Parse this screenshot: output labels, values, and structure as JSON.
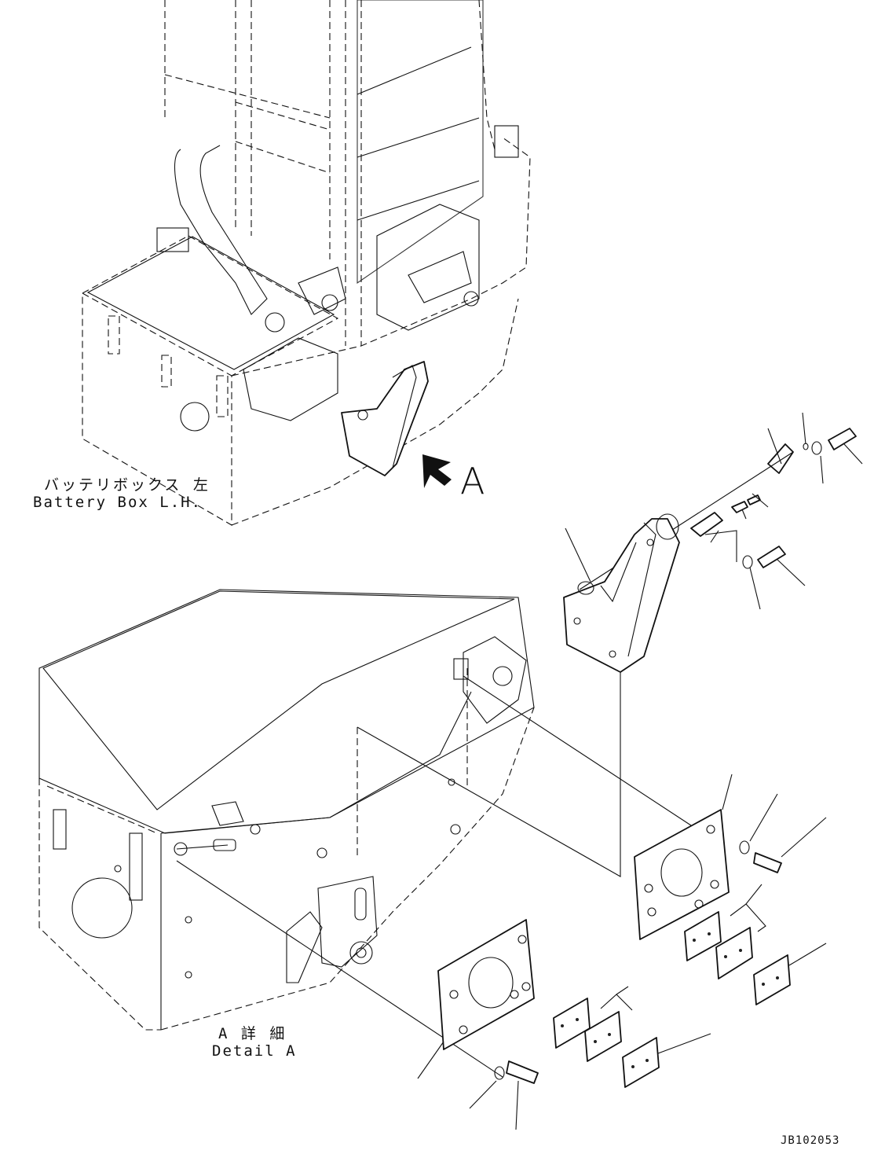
{
  "labels": {
    "battery_box_jp": "バッテリボックス 左",
    "battery_box_en": "Battery Box L.H.",
    "view_letter": "A",
    "detail_jp": "A 詳 細",
    "detail_en": "Detail A",
    "drawing_code": "JB102053"
  }
}
